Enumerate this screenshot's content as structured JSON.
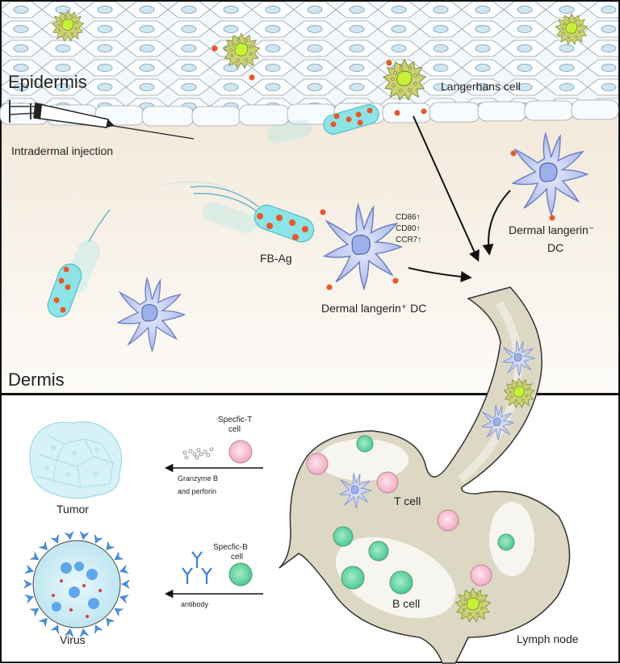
{
  "figure": {
    "top_panel": {
      "region_labels": {
        "epidermis": "Epidermis",
        "dermis": "Dermis"
      },
      "injection_label": "Intradermal injection",
      "langerhans_label": "Langerhans cell",
      "antigen_label": "FB-Ag",
      "dc_plus_label": "Dermal langerin⁺ DC",
      "dc_minus_label_line1": "Dermal langerin⁻",
      "dc_minus_label_line2": "DC",
      "markers": [
        {
          "name": "CD86",
          "arrow": "↑"
        },
        {
          "name": "CD80",
          "arrow": "↑"
        },
        {
          "name": "CCR7",
          "arrow": "↑"
        }
      ]
    },
    "bottom_panel": {
      "tumor_label": "Tumor",
      "virus_label": "Virus",
      "t_cell_caption_line1": "Specfic-T",
      "t_cell_caption_line2": "cell",
      "b_cell_caption_line1": "Specfic-B",
      "b_cell_caption_line2": "cell",
      "granzyme_line1": "Granzyme B",
      "granzyme_line2": "and perforin",
      "antibody_label": "antibody",
      "t_cell_label": "T cell",
      "b_cell_label": "B cell",
      "lymph_node_label": "Lymph node"
    },
    "colors": {
      "epidermis_bg": "#e9f2f7",
      "dermis_top": "#efe4d2",
      "dermis_bottom": "#fdfbf7",
      "lymph": "#d9d6c2",
      "langerhans": "#c7d46a",
      "dc": "#b7c3ef",
      "t_cell": "#f4b8cc",
      "b_cell": "#6fd6a6",
      "antigen": "#e8572a",
      "bacteria": "#8ee3e6"
    }
  }
}
